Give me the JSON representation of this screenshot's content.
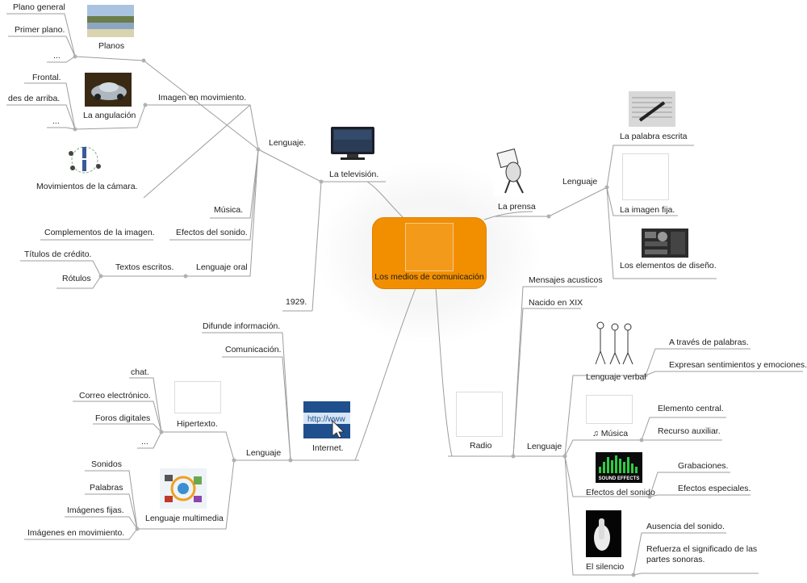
{
  "central": {
    "label": "Los medios de comunicación"
  },
  "television": {
    "label": "La televisión.",
    "lenguaje": "Lenguaje.",
    "imagen_mov": "Imagen en movimiento.",
    "planos": {
      "label": "Planos",
      "items": [
        "Plano general",
        "Primer plano.",
        "..."
      ]
    },
    "angulacion": {
      "label": "La angulación",
      "items": [
        "Frontal.",
        "des de arriba.",
        "..."
      ]
    },
    "movimientos": "Movimientos de la cámara.",
    "musica": "Música.",
    "efectos": "Efectos del sonido.",
    "complementos": "Complementos de la imagen.",
    "lenguaje_oral": "Lenguaje oral",
    "textos": "Textos escritos.",
    "titulos": "Títulos de crédito.",
    "rotulos": "Rótulos",
    "year": "1929."
  },
  "prensa": {
    "label": "La prensa",
    "lenguaje": "Lenguaje",
    "palabra": "La palabra escrita",
    "imagen_fija": "La imagen fija.",
    "diseno": "Los elementos de diseño."
  },
  "internet": {
    "label": "Internet.",
    "difunde": "Difunde información.",
    "comunicacion": "Comunicación.",
    "lenguaje": "Lenguaje",
    "hipertexto": {
      "label": "Hipertexto.",
      "items": [
        "chat.",
        "Correo electrónico.",
        "Foros digitales",
        "..."
      ]
    },
    "multimedia": {
      "label": "Lenguaje multimedia",
      "items": [
        "Sonidos",
        "Palabras",
        "Imágenes fijas.",
        "Imágenes en movimiento."
      ]
    }
  },
  "radio": {
    "label": "Radio",
    "mensajes": "Mensajes acusticos",
    "nacido": "Nacido en XIX",
    "lenguaje": "Lenguaje",
    "verbal": {
      "label": "Lenguaje verbal",
      "items": [
        "A través de palabras.",
        "Expresan sentimientos y emociones."
      ]
    },
    "musica": {
      "label": "♫ Música",
      "items": [
        "Elemento central.",
        "Recurso auxiliar."
      ]
    },
    "efectos": {
      "label": "Efectos del sonido",
      "items": [
        "Grabaciones.",
        "Efectos especiales."
      ]
    },
    "silencio": {
      "label": "El silencio",
      "items": [
        "Ausencia del sonido.",
        "Refuerza el significado de las partes sonoras."
      ]
    },
    "sound_effects_logo": "SOUND EFFECTS"
  },
  "colors": {
    "central": "#f18f00",
    "line": "#9a9a9a",
    "node_dot": "#a8a8a8"
  }
}
